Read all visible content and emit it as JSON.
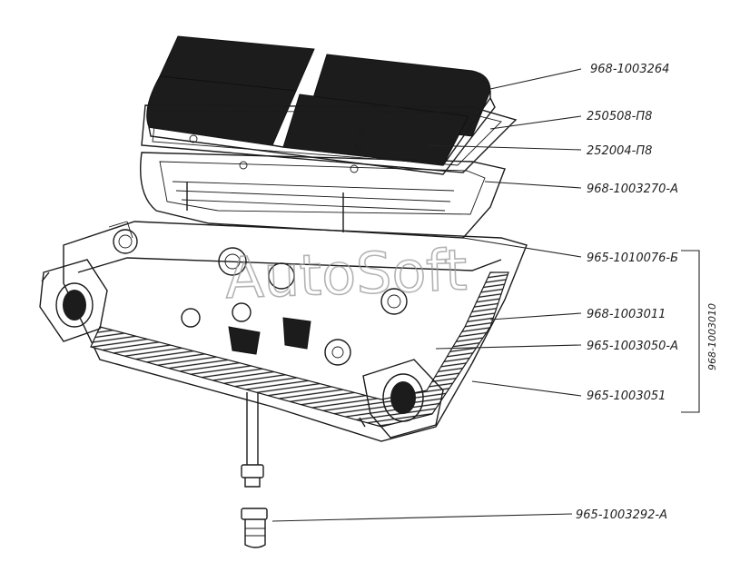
{
  "labels": [
    "968-1003264",
    "250508-П8",
    "252004-П8",
    "968-1003270-А",
    "965-1010076-Б",
    "968-1003011",
    "965-1003050-А",
    "965-1003051",
    "965-1003292-А"
  ],
  "assembly_label": "968-1003010",
  "watermark": "AutoSoft",
  "colors": {
    "ink": "#1a1a1a",
    "paper": "#ffffff",
    "watermark": "#9a9a9a"
  }
}
